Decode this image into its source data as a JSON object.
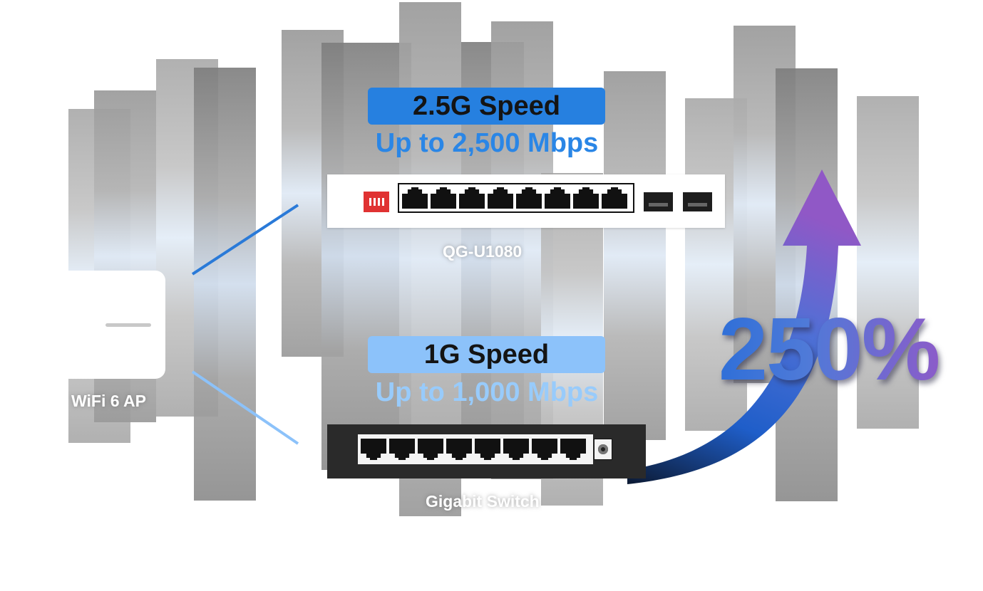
{
  "ap": {
    "label": "WiFi 6 AP"
  },
  "switch_25g": {
    "badge": "2.5G Speed",
    "throughput": "Up to 2,500 Mbps",
    "model": "QG-U1080",
    "badge_color": "#2680e0",
    "throughput_color": "#2a86e6"
  },
  "switch_1g": {
    "badge": "1G Speed",
    "throughput": "Up to 1,000 Mbps",
    "model": "Gigabit Switch",
    "badge_color": "#8cc2fa",
    "throughput_color": "#98cbfb"
  },
  "improvement": {
    "percent": "250%",
    "gradient_start": "#2f6fd8",
    "gradient_end": "#8b5cc9"
  },
  "icons": {
    "dip-switch": "dip-switch-icon",
    "rj45": "rj45-port-icon",
    "sfp": "sfp-port-icon",
    "dc": "dc-power-jack-icon",
    "arrow": "growth-arrow-icon"
  }
}
